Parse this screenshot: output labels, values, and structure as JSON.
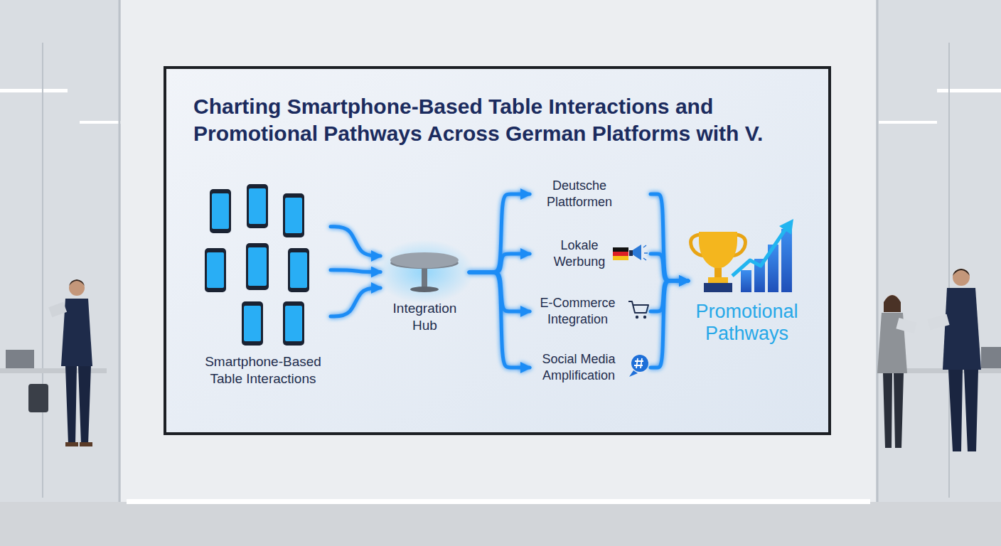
{
  "diagram": {
    "title": "Charting Smartphone-Based Table Interactions and Promotional Pathways Across German Platforms with V.",
    "nodes": [
      {
        "text": [
          "Smartphone-Based Table Interactions"
        ]
      },
      {
        "text": [
          "Integration Hub"
        ]
      },
      {
        "text": [
          "Deutsche Plattformen"
        ]
      },
      {
        "text": [
          "Lokale Werbung"
        ]
      },
      {
        "text": [
          "E-Commerce Integration"
        ]
      },
      {
        "text": [
          "Social Media Amplification"
        ]
      },
      {
        "text": [
          "Promotional Pathways"
        ]
      }
    ],
    "edges": [
      {
        "from": 0,
        "to": 1,
        "arrow": "to"
      },
      {
        "from": 0,
        "to": 1,
        "arrow": "to"
      },
      {
        "from": 0,
        "to": 1,
        "arrow": "to"
      },
      {
        "from": 1,
        "to": 2,
        "arrow": "to"
      },
      {
        "from": 1,
        "to": 3,
        "arrow": "to"
      },
      {
        "from": 1,
        "to": 4,
        "arrow": "to"
      },
      {
        "from": 1,
        "to": 5,
        "arrow": "to"
      },
      {
        "from": 2,
        "to": 6,
        "arrow": "to"
      },
      {
        "from": 3,
        "to": 6,
        "arrow": "to"
      },
      {
        "from": 4,
        "to": 6,
        "arrow": "to"
      },
      {
        "from": 5,
        "to": 6,
        "arrow": "to"
      }
    ]
  }
}
